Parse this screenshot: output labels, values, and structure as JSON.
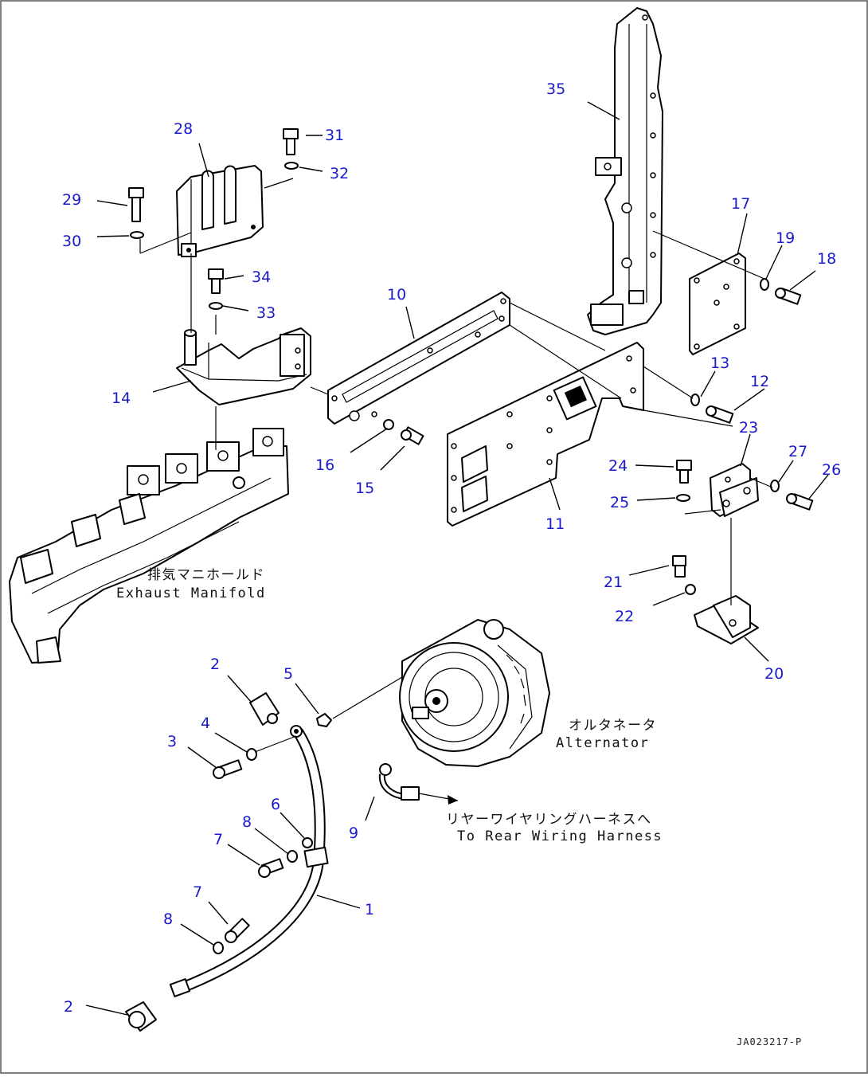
{
  "callouts": [
    "35",
    "28",
    "31",
    "32",
    "29",
    "30",
    "34",
    "33",
    "14",
    "10",
    "17",
    "19",
    "18",
    "13",
    "12",
    "16",
    "15",
    "11",
    "23",
    "24",
    "27",
    "26",
    "25",
    "21",
    "22",
    "20",
    "2",
    "5",
    "4",
    "3",
    "8",
    "6",
    "7",
    "9",
    "1"
  ],
  "labels": {
    "exhaust_jp": "排気マニホールド",
    "exhaust_en": "Exhaust Manifold",
    "alternator_jp": "オルタネータ",
    "alternator_en": "Alternator",
    "harness_jp": "リヤーワイヤリングハーネスへ",
    "harness_en": "To Rear Wiring Harness"
  },
  "drawing_code": "JA023217-P",
  "colors": {
    "callout": "#1a1acc",
    "line": "#000000",
    "background": "#ffffff"
  }
}
